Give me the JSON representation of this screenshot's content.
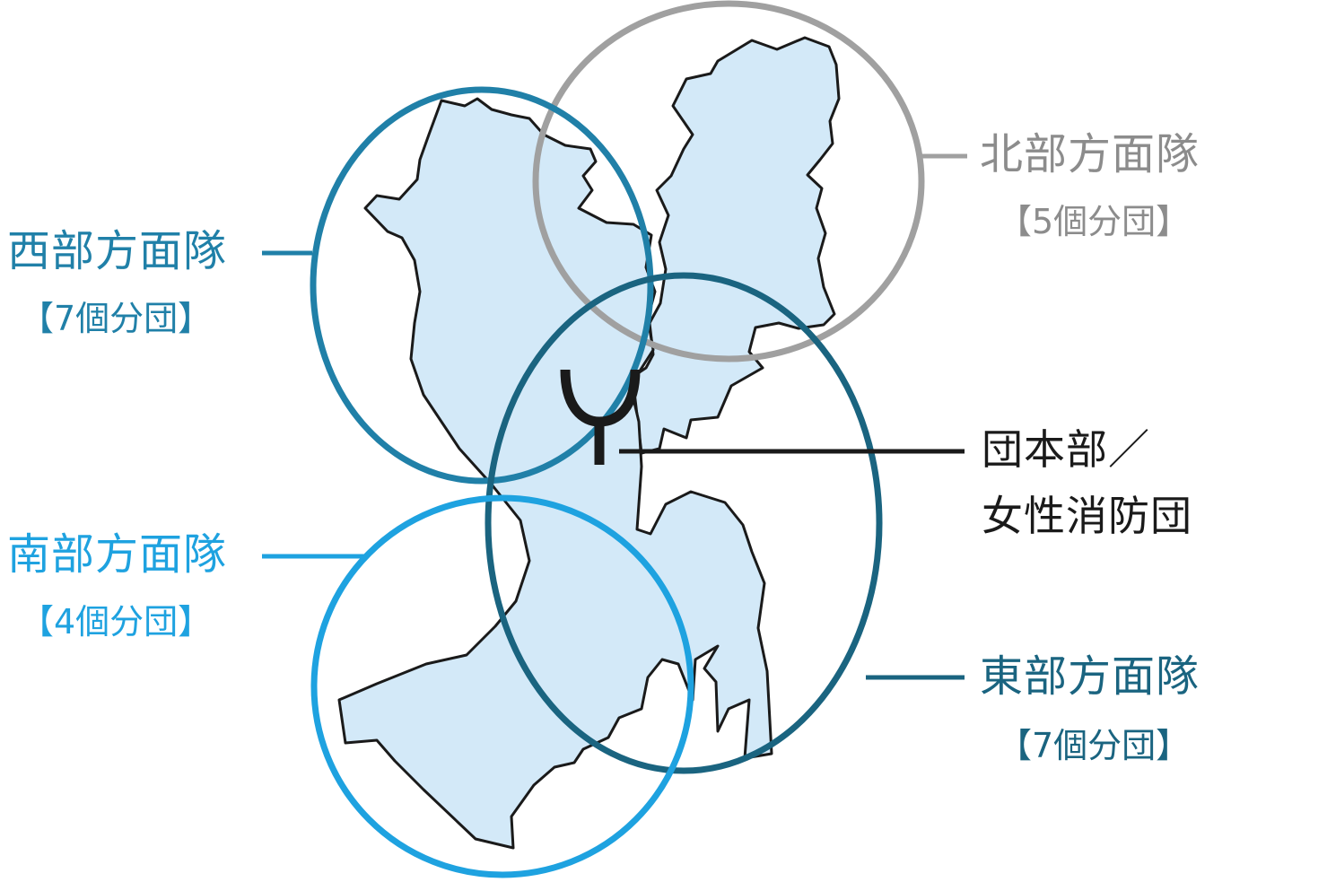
{
  "colors": {
    "land": "#d3e9f8",
    "outline": "#1a1a1a",
    "north": "#a0a0a0",
    "west": "#2080a8",
    "east": "#1a6480",
    "south": "#1ea2e0",
    "hq": "#1a1a1a"
  },
  "regions": {
    "north": {
      "name": "北部方面隊",
      "count": "【5個分団】"
    },
    "west": {
      "name": "西部方面隊",
      "count": "【7個分団】"
    },
    "south": {
      "name": "南部方面隊",
      "count": "【4個分団】"
    },
    "east": {
      "name": "東部方面隊",
      "count": "【7個分団】"
    }
  },
  "headquarters": {
    "icon": "fire-station-map-symbol-icon",
    "line1": "団本部／",
    "line2": "女性消防団"
  }
}
